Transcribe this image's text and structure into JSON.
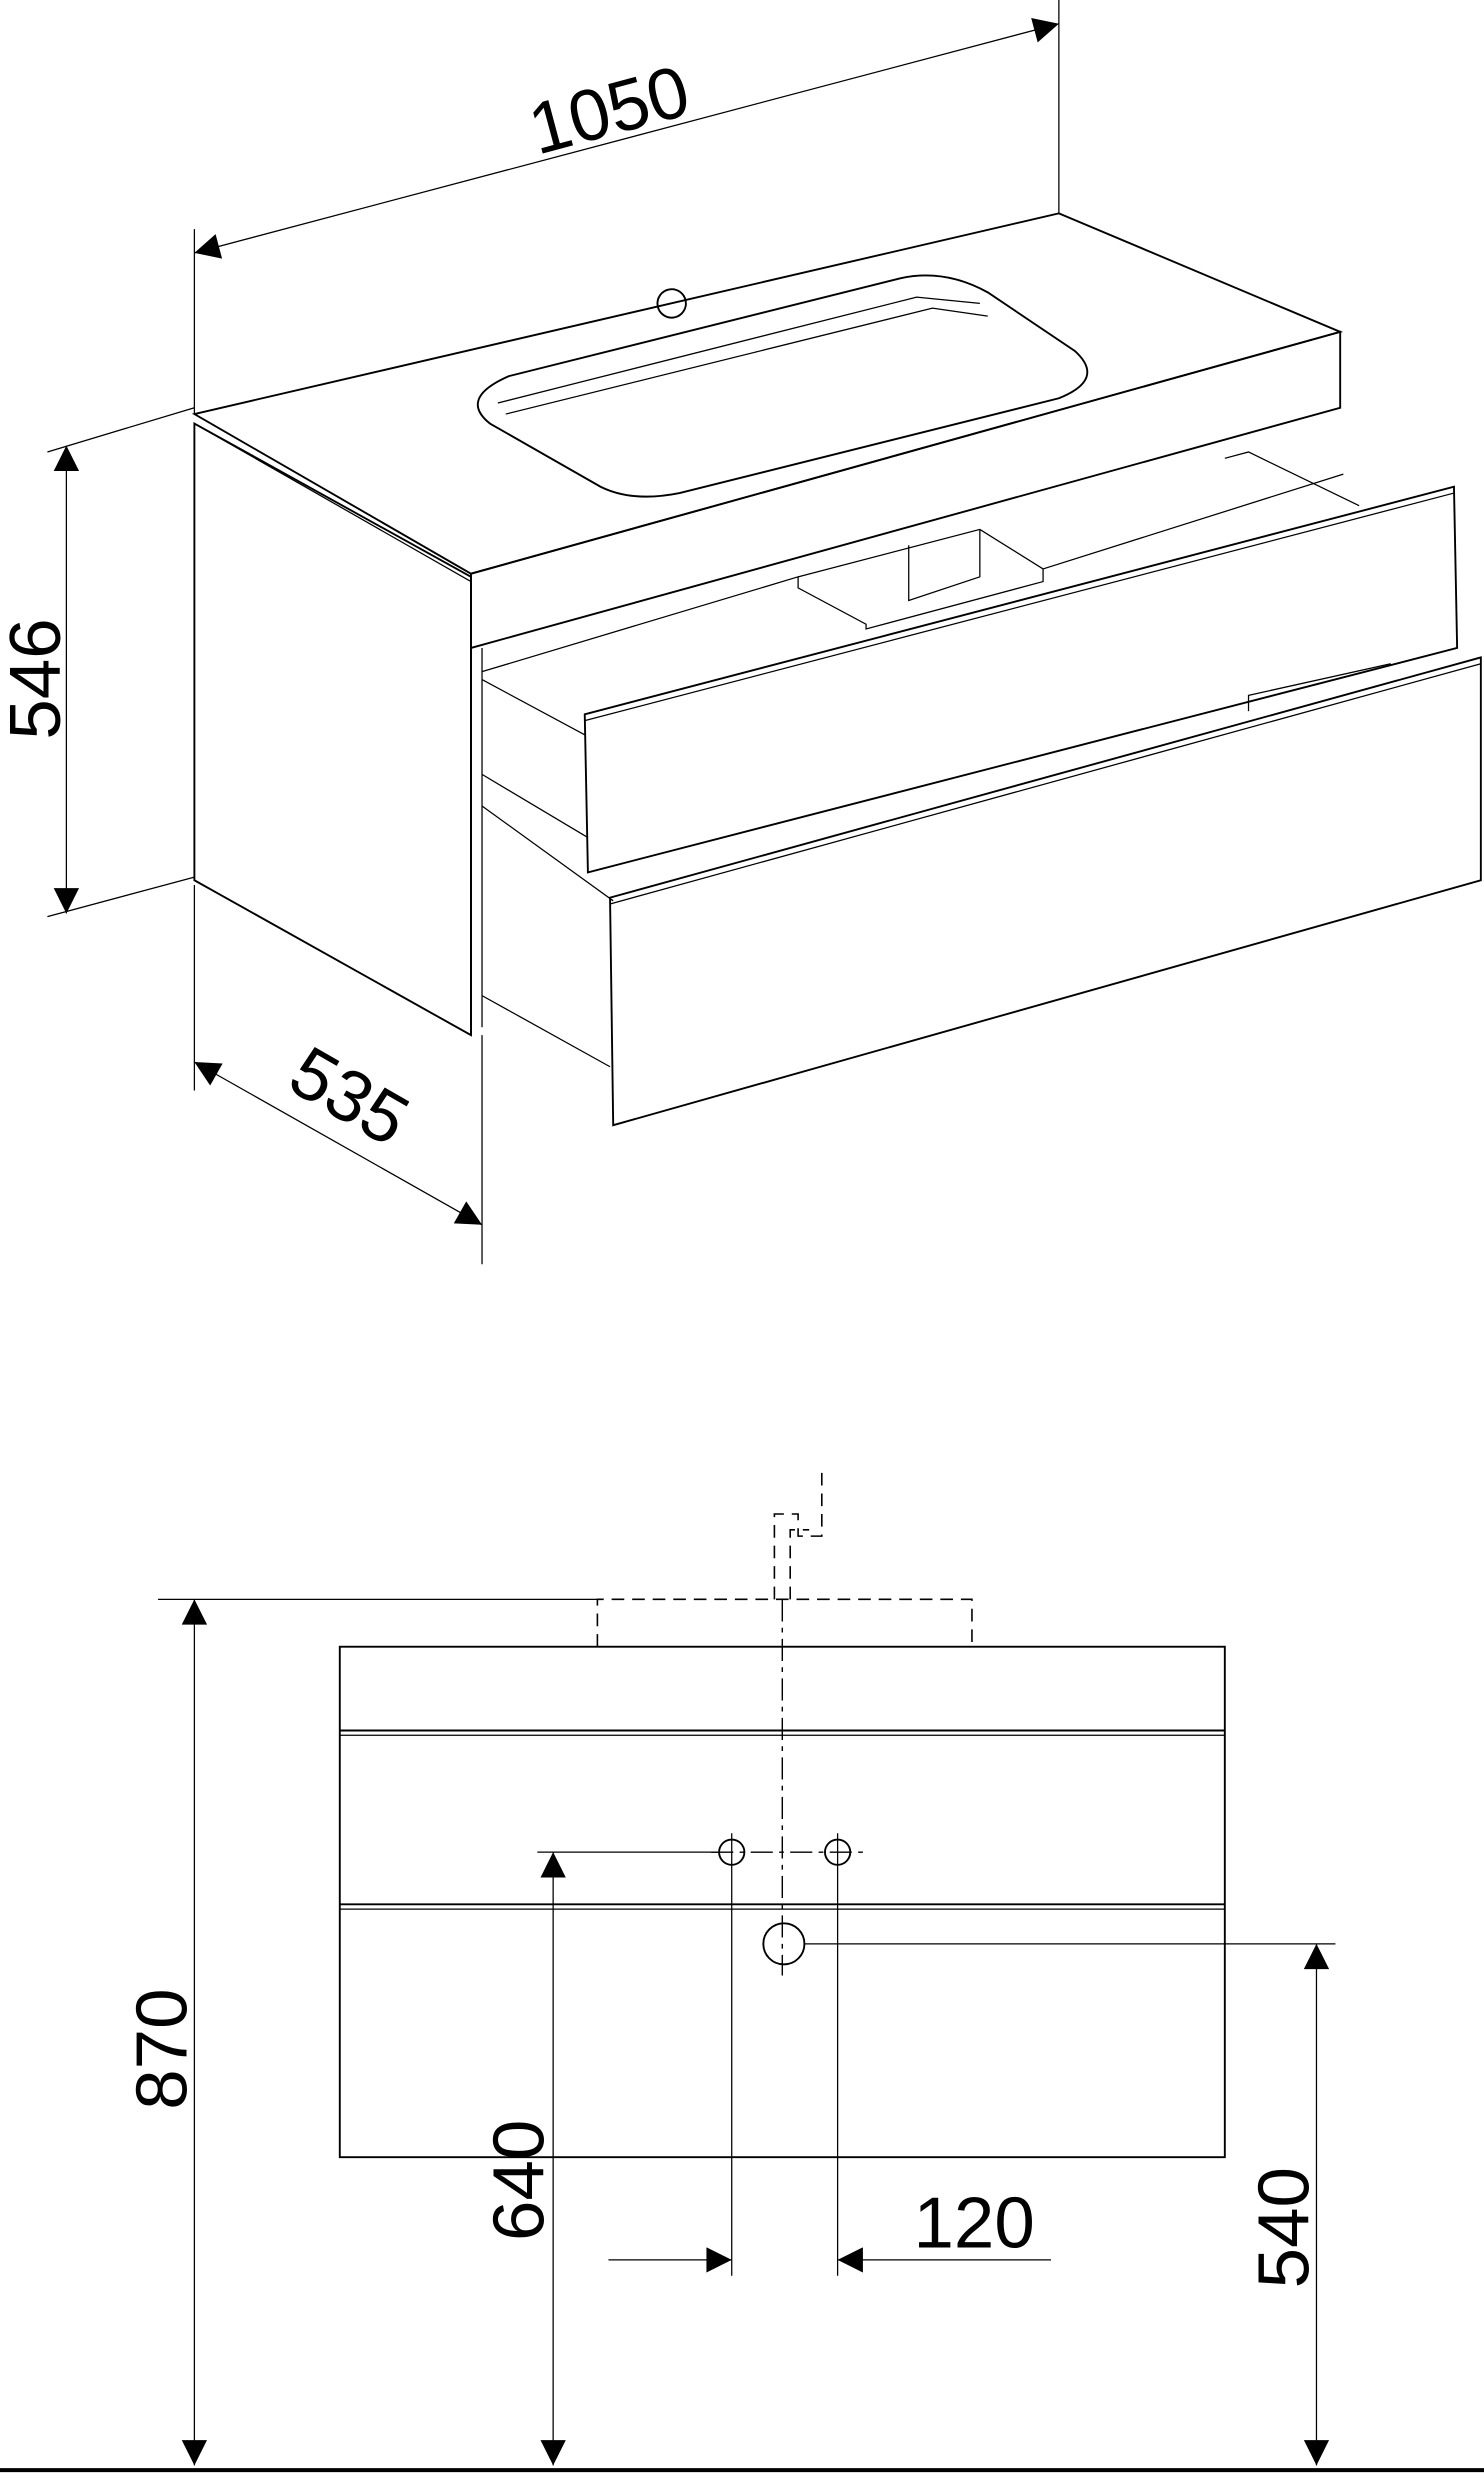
{
  "drawing": {
    "perspective_view": {
      "width_label": "1050",
      "height_label": "546",
      "depth_label": "535"
    },
    "front_view": {
      "total_height_label": "870",
      "drain_height_label": "640",
      "hole_spacing_label": "120",
      "waste_height_label": "540"
    },
    "colors": {
      "line": "#000000",
      "surface_light": "#ffffff",
      "surface_shade": "#c8c8c8"
    }
  }
}
